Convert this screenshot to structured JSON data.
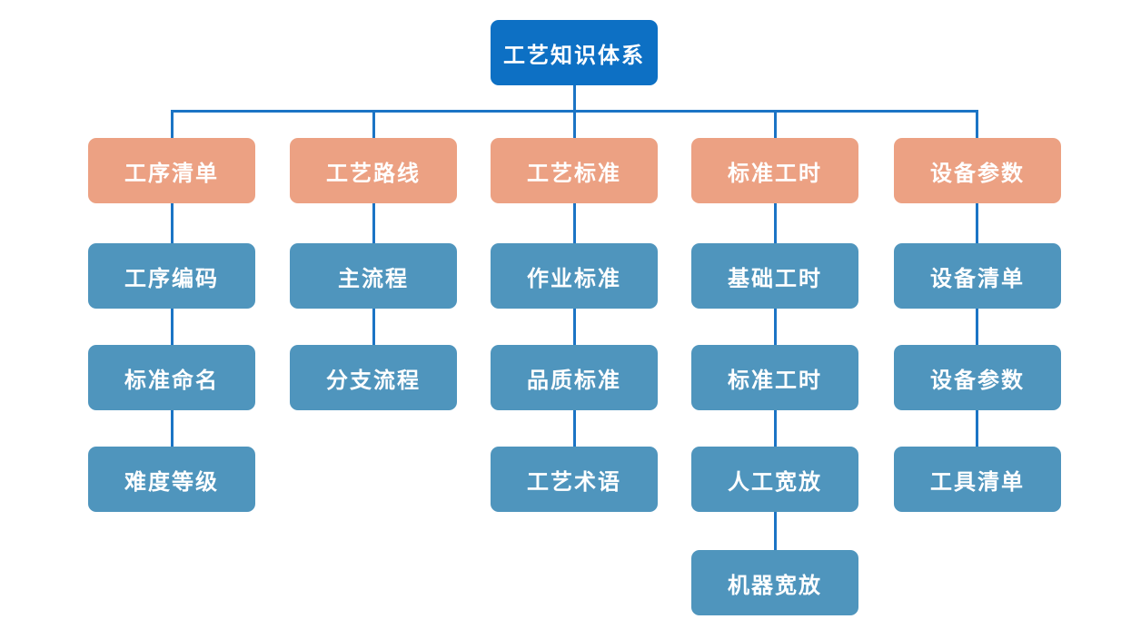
{
  "diagram": {
    "root": {
      "label": "工艺知识体系"
    },
    "columns": [
      {
        "header": {
          "label": "工序清单"
        },
        "children": [
          {
            "label": "工序编码"
          },
          {
            "label": "标准命名"
          },
          {
            "label": "难度等级"
          }
        ]
      },
      {
        "header": {
          "label": "工艺路线"
        },
        "children": [
          {
            "label": "主流程"
          },
          {
            "label": "分支流程"
          }
        ]
      },
      {
        "header": {
          "label": "工艺标准"
        },
        "children": [
          {
            "label": "作业标准"
          },
          {
            "label": "品质标准"
          },
          {
            "label": "工艺术语"
          }
        ]
      },
      {
        "header": {
          "label": "标准工时"
        },
        "children": [
          {
            "label": "基础工时"
          },
          {
            "label": "标准工时"
          },
          {
            "label": "人工宽放"
          },
          {
            "label": "机器宽放"
          }
        ]
      },
      {
        "header": {
          "label": "设备参数"
        },
        "children": [
          {
            "label": "设备清单"
          },
          {
            "label": "设备参数"
          },
          {
            "label": "工具清单"
          }
        ]
      }
    ],
    "colors": {
      "root_node": "#0d70c4",
      "category_node": "#eca183",
      "child_node": "#4f95bd",
      "connector": "#1b74c5",
      "node_text": "#ffffff",
      "background": "#ffffff"
    }
  }
}
